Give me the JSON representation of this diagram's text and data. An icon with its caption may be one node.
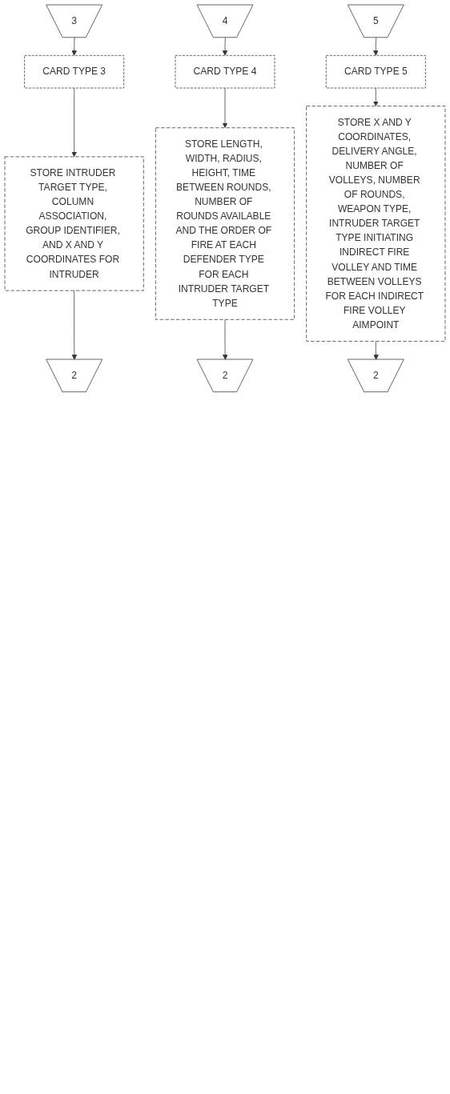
{
  "diagram": {
    "nodes": [
      {
        "text": [
          "3"
        ]
      },
      {
        "text": [
          "CARD TYPE 3"
        ]
      },
      {
        "text": [
          "STORE INTRUDER TARGET TYPE, COLUMN ASSOCIATION, GROUP IDENTIFIER, AND X AND Y COORDINATES FOR INTRUDER"
        ]
      },
      {
        "text": [
          "2"
        ]
      },
      {
        "text": [
          "4"
        ]
      },
      {
        "text": [
          "CARD TYPE 4"
        ]
      },
      {
        "text": [
          "STORE LENGTH, WIDTH, RADIUS, HEIGHT, TIME BETWEEN ROUNDS, NUMBER OF ROUNDS AVAILABLE AND THE ORDER OF FIRE AT EACH DEFENDER TYPE FOR EACH INTRUDER TARGET TYPE"
        ]
      },
      {
        "text": [
          "2"
        ]
      },
      {
        "text": [
          "5"
        ]
      },
      {
        "text": [
          "CARD TYPE 5"
        ]
      },
      {
        "text": [
          "STORE X AND Y COORDINATES, DELIVERY ANGLE, NUMBER OF VOLLEYS, NUMBER OF ROUNDS, WEAPON TYPE, INTRUDER TARGET TYPE INITIATING INDIRECT FIRE VOLLEY AND TIME BETWEEN VOLLEYS FOR EACH INDIRECT FIRE VOLLEY AIMPOINT"
        ]
      },
      {
        "text": [
          "2"
        ]
      }
    ],
    "edges": [
      {
        "from": 0,
        "to": 1,
        "arrow": "to"
      },
      {
        "from": 1,
        "to": 2,
        "arrow": "to"
      },
      {
        "from": 2,
        "to": 3,
        "arrow": "to"
      },
      {
        "from": 4,
        "to": 5,
        "arrow": "to"
      },
      {
        "from": 5,
        "to": 6,
        "arrow": "to"
      },
      {
        "from": 6,
        "to": 7,
        "arrow": "to"
      },
      {
        "from": 8,
        "to": 9,
        "arrow": "to"
      },
      {
        "from": 9,
        "to": 10,
        "arrow": "to"
      },
      {
        "from": 10,
        "to": 11,
        "arrow": "to"
      }
    ]
  }
}
